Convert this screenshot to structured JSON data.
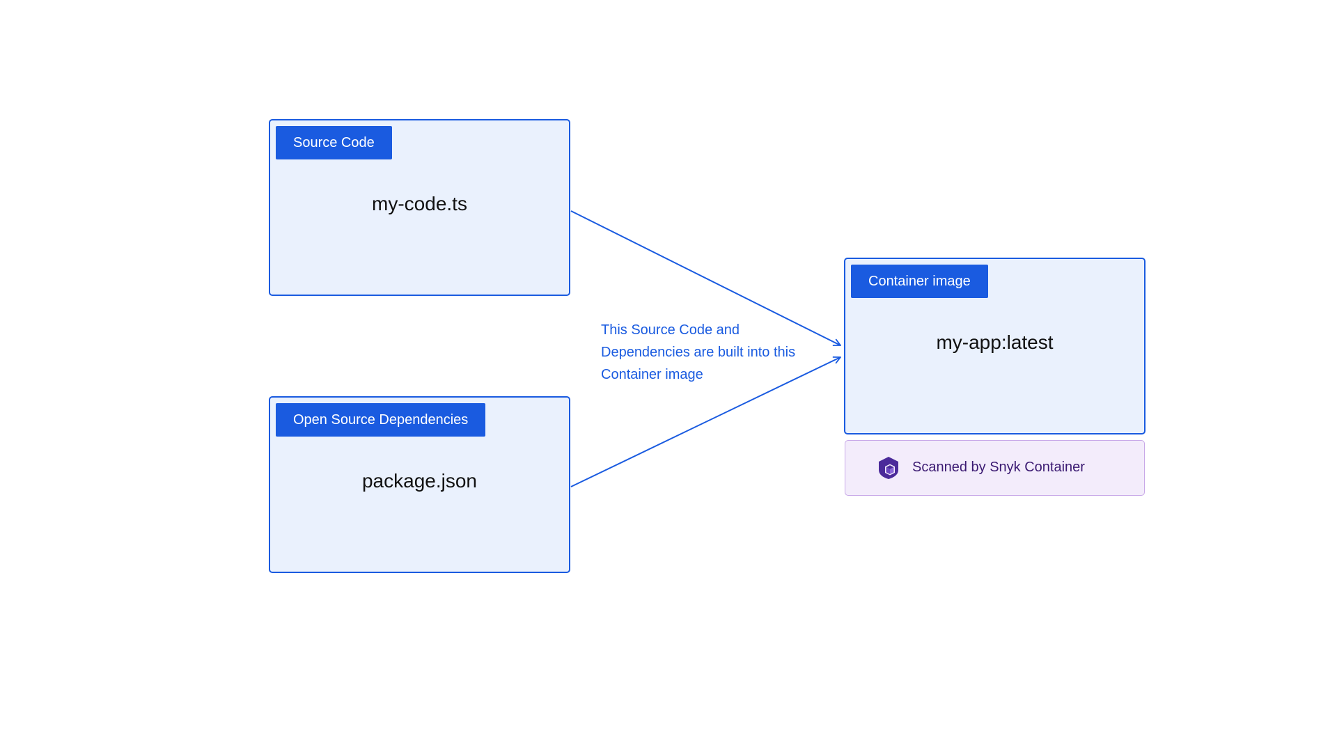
{
  "boxes": {
    "source": {
      "tag": "Source Code",
      "name": "my-code.ts"
    },
    "dependencies": {
      "tag": "Open Source Dependencies",
      "name": "package.json"
    },
    "container": {
      "tag": "Container image",
      "name": "my-app:latest"
    }
  },
  "edge_label": "This Source Code and Dependencies are built into this Container image",
  "scan_bar": {
    "text": "Scanned by Snyk Container",
    "icon": "snyk-container-icon"
  },
  "colors": {
    "accent": "#1a5be0",
    "box_fill": "#eaf1fd",
    "scan_fill": "#f3ecfb",
    "scan_border": "#c8a8e8",
    "scan_text": "#3b1a72",
    "scan_icon": "#4b2a9a"
  }
}
